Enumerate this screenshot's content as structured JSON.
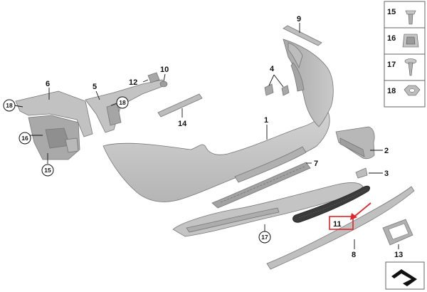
{
  "callouts": {
    "c1": "1",
    "c2": "2",
    "c3": "3",
    "c4": "4",
    "c5": "5",
    "c6": "6",
    "c7": "7",
    "c8": "8",
    "c9": "9",
    "c10": "10",
    "c11": "11",
    "c12": "12",
    "c13": "13",
    "c14": "14",
    "c15": "15",
    "c16": "16",
    "c17": "17",
    "c18a": "18",
    "c18b": "18"
  },
  "legend": {
    "items": [
      {
        "number": "15"
      },
      {
        "number": "16"
      },
      {
        "number": "17"
      },
      {
        "number": "18"
      }
    ]
  },
  "colors": {
    "part_fill": "#c9c9c9",
    "part_dark": "#9a9a9a",
    "highlight": "#e0242a"
  }
}
